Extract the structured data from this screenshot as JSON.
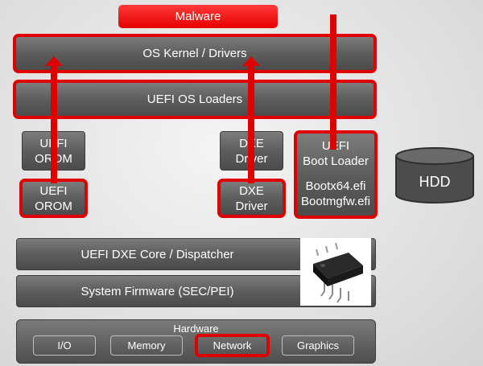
{
  "malware": "Malware",
  "os_kernel": "OS Kernel / Drivers",
  "os_loaders": "UEFI OS Loaders",
  "orom_top": "UEFI\nOROM",
  "orom_bottom": "UEFI\nOROM",
  "dxe_top": "DXE\nDriver",
  "dxe_bottom": "DXE\nDriver",
  "bootloader_title": "UEFI\nBoot Loader",
  "bootloader_files": "Bootx64.efi\nBootmgfw.efi",
  "hdd": "HDD",
  "dxe_core": "UEFI DXE Core / Dispatcher",
  "system_firmware": "System Firmware (SEC/PEI)",
  "hardware": {
    "title": "Hardware",
    "items": [
      "I/O",
      "Memory",
      "Network",
      "Graphics"
    ]
  },
  "colors": {
    "highlight": "#e00000",
    "box": "#5d5d5d"
  }
}
